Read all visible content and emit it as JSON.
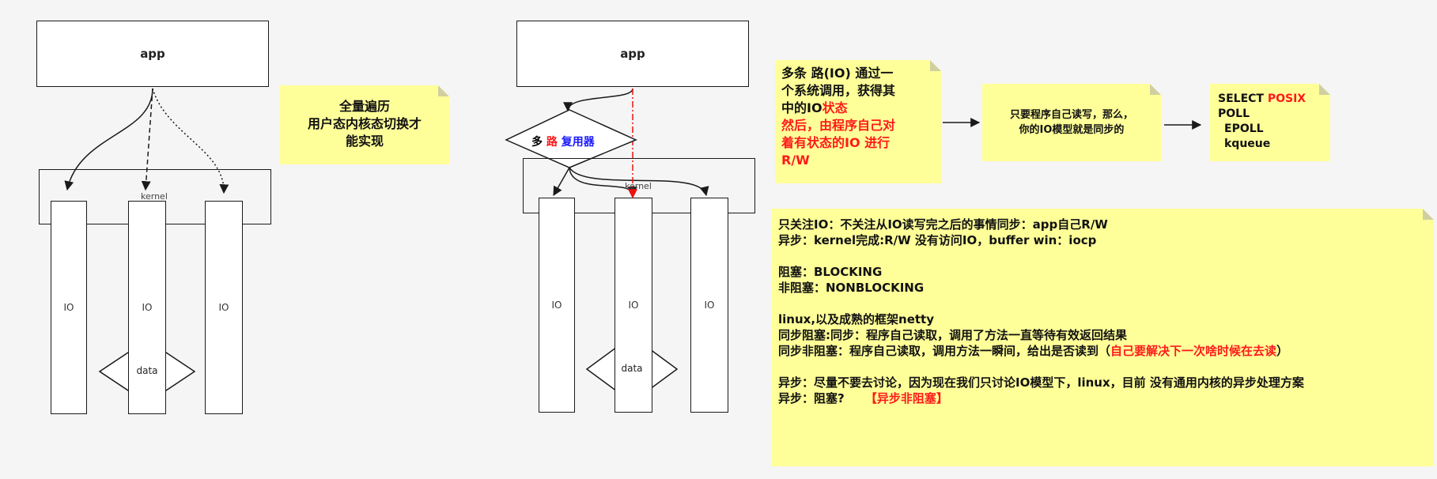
{
  "left": {
    "app_label": "app",
    "kernel_label": "kernel",
    "io_labels": [
      "IO",
      "IO",
      "IO"
    ],
    "data_label": "data",
    "note_lines": [
      "全量遍历",
      "用户态内核态切换才",
      "能实现"
    ]
  },
  "right": {
    "app_label": "app",
    "kernel_label": "kernel",
    "io_labels": [
      "IO",
      "IO",
      "IO"
    ],
    "data_label": "data",
    "mux": {
      "part1": "多 ",
      "part2": "路",
      "part3": " 复用器"
    }
  },
  "note_status": {
    "line1": "多条 路(IO) 通过一",
    "line2": "个系统调用，获得其",
    "line3a": "中的IO",
    "line3b": "状态",
    "line4": "然后，由程序自己对",
    "line5": "着有状态的IO 进行",
    "line6": "R/W"
  },
  "note_sync": {
    "line1": "只要程序自己读写，那么，",
    "line2": "你的IO模型就是同步的"
  },
  "note_select": {
    "line1a": "SELECT  ",
    "line1b": "POSIX",
    "line2": "POLL",
    "line3": "EPOLL",
    "line4": "kqueue"
  },
  "note_big": {
    "l1": "只关注IO：不关注从IO读写完之后的事情同步：app自己R/W",
    "l2": "异步：kernel完成:R/W  没有访问IO，buffer  win：iocp",
    "l3": "阻塞：BLOCKING",
    "l4": "非阻塞：NONBLOCKING",
    "l5": "linux,以及成熟的框架netty",
    "l6": "同步阻塞:同步：程序自己读取，调用了方法一直等待有效返回结果",
    "l7a": "同步非阻塞：程序自己读取，调用方法一瞬间，给出是否读到（",
    "l7b": "自己要解决下一次啥时候在去读",
    "l7c": "）",
    "l8": "异步：尽量不要去讨论，因为现在我们只讨论IO模型下，linux，目前 没有通用内核的异步处理方案",
    "l9a": "异步：阻塞?     ",
    "l9b": "【异步非阻塞】"
  },
  "colors": {
    "note_bg": "#ffff99",
    "emphasis_red": "#ff1a1a",
    "emphasis_blue": "#1a1aff"
  }
}
